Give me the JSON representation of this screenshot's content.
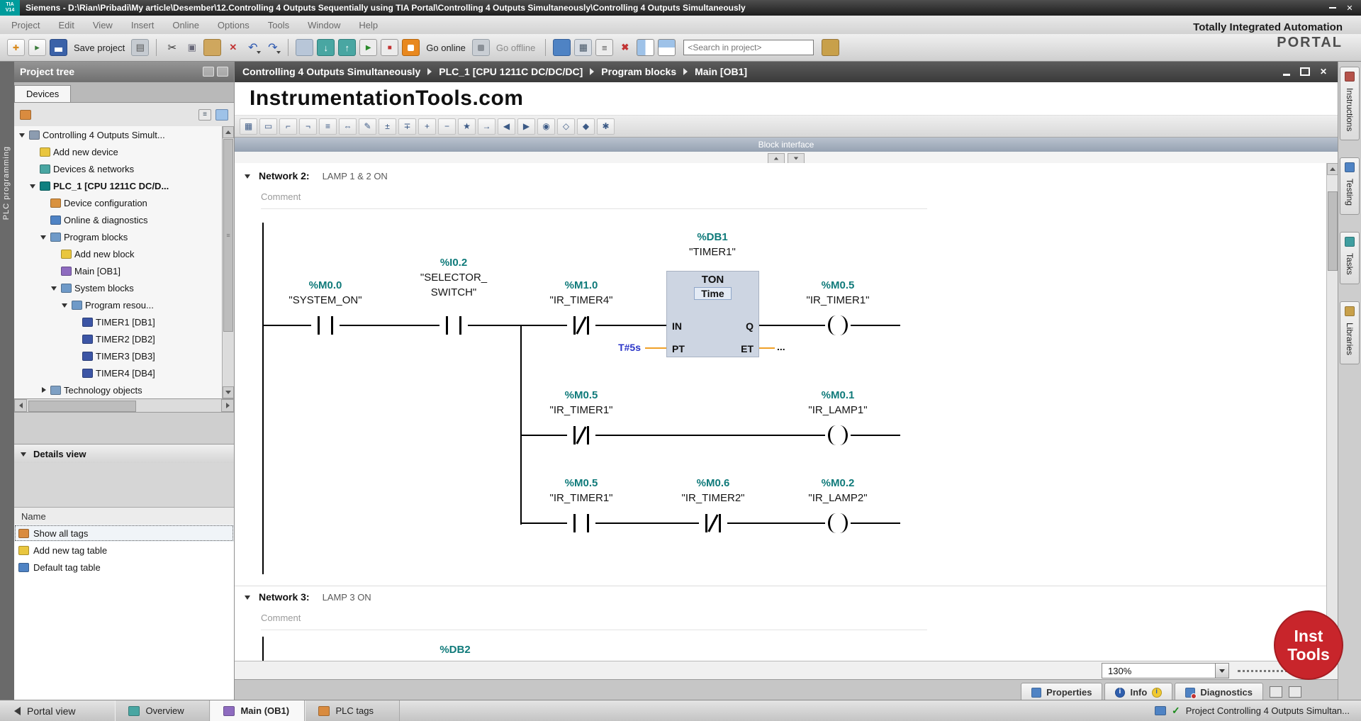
{
  "titlebar": {
    "logo_line1": "TIA",
    "logo_line2": "V14",
    "title": "Siemens  -  D:\\Rian\\Pribadi\\My article\\Desember\\12.Controlling 4 Outputs Sequentially using TIA Portal\\Controlling 4 Outputs Simultaneously\\Controlling 4 Outputs Simultaneously"
  },
  "menubar": {
    "items": [
      "Project",
      "Edit",
      "View",
      "Insert",
      "Online",
      "Options",
      "Tools",
      "Window",
      "Help"
    ]
  },
  "toolbar": {
    "save_label": "Save project",
    "go_online_label": "Go online",
    "go_offline_label": "Go offline",
    "search_placeholder": "<Search in project>",
    "icons": [
      "new-project-icon",
      "open-project-icon",
      "save-project-icon",
      "print-icon",
      "cut-icon",
      "copy-icon",
      "paste-icon",
      "delete-icon",
      "undo-icon",
      "redo-icon",
      "compile-icon",
      "download-to-device-icon",
      "upload-from-device-icon",
      "start-cpu-icon",
      "stop-cpu-icon",
      "go-online-icon",
      "go-offline-icon",
      "accessible-devices-icon",
      "start-simulation-icon",
      "cross-reference-icon",
      "cancel-icon",
      "split-horizontal-icon",
      "split-vertical-icon",
      "project-library-icon"
    ]
  },
  "branding": {
    "line1": "Totally Integrated Automation",
    "line2": "PORTAL"
  },
  "left_strip": {
    "label": "PLC programming"
  },
  "project_tree": {
    "header": "Project tree",
    "devices_tab": "Devices",
    "items": [
      {
        "label": "Controlling 4 Outputs Simult...",
        "level": 0,
        "exp": "exp-open",
        "icon": "ico-project"
      },
      {
        "label": "Add new device",
        "level": 1,
        "exp": "exp-none",
        "icon": "ico-add-device"
      },
      {
        "label": "Devices & networks",
        "level": 1,
        "exp": "exp-none",
        "icon": "ico-network"
      },
      {
        "label": "PLC_1 [CPU 1211C DC/D...",
        "level": 1,
        "exp": "exp-open",
        "icon": "ico-plc",
        "b": "bold-row"
      },
      {
        "label": "Device configuration",
        "level": 2,
        "exp": "exp-none",
        "icon": "ico-devcfg"
      },
      {
        "label": "Online & diagnostics",
        "level": 2,
        "exp": "exp-none",
        "icon": "ico-diag"
      },
      {
        "label": "Program blocks",
        "level": 2,
        "exp": "exp-open",
        "icon": "ico-folder"
      },
      {
        "label": "Add new block",
        "level": 3,
        "exp": "exp-none",
        "icon": "ico-add-block"
      },
      {
        "label": "Main [OB1]",
        "level": 3,
        "exp": "exp-none",
        "icon": "ico-ob"
      },
      {
        "label": "System blocks",
        "level": 3,
        "exp": "exp-open",
        "icon": "ico-folder"
      },
      {
        "label": "Program resou...",
        "level": 4,
        "exp": "exp-open",
        "icon": "ico-folder"
      },
      {
        "label": "TIMER1 [DB1]",
        "level": 5,
        "exp": "exp-none",
        "icon": "ico-db"
      },
      {
        "label": "TIMER2 [DB2]",
        "level": 5,
        "exp": "exp-none",
        "icon": "ico-db"
      },
      {
        "label": "TIMER3 [DB3]",
        "level": 5,
        "exp": "exp-none",
        "icon": "ico-db"
      },
      {
        "label": "TIMER4 [DB4]",
        "level": 5,
        "exp": "exp-none",
        "icon": "ico-db"
      },
      {
        "label": "Technology objects",
        "level": 2,
        "exp": "exp-closed",
        "icon": "ico-folder-tech"
      }
    ]
  },
  "details_view": {
    "header": "Details view",
    "name_column": "Name",
    "rows": [
      {
        "label": "Show all tags",
        "icon": "ico-tags",
        "sel": "selected"
      },
      {
        "label": "Add new tag table",
        "icon": "ico-add-block"
      },
      {
        "label": "Default tag table",
        "icon": "ico-tagtable"
      }
    ]
  },
  "breadcrumb": {
    "items": [
      "Controlling 4 Outputs Simultaneously",
      "PLC_1 [CPU 1211C DC/DC/DC]",
      "Program blocks",
      "Main [OB1]"
    ]
  },
  "editor": {
    "watermark": "InstrumentationTools.com",
    "block_interface": "Block interface",
    "zoom_value": "130%",
    "lad_icons": [
      {
        "name": "insert-network-icon",
        "g": "▦"
      },
      {
        "name": "add-empty-box-icon",
        "g": "▭"
      },
      {
        "name": "open-branch-icon",
        "g": "⌐"
      },
      {
        "name": "close-branch-icon",
        "g": "¬"
      },
      {
        "name": "insert-row-icon",
        "g": "≡"
      },
      {
        "name": "resize-elements-icon",
        "g": "⇔"
      },
      {
        "name": "show-comments-icon",
        "g": "✎"
      },
      {
        "name": "expand-operands-icon",
        "g": "±"
      },
      {
        "name": "collapse-operands-icon",
        "g": "∓"
      },
      {
        "name": "expand-networks-icon",
        "g": "+"
      },
      {
        "name": "collapse-networks-icon",
        "g": "−"
      },
      {
        "name": "favorites-icon",
        "g": "★"
      },
      {
        "name": "jump-to-label-icon",
        "g": "→"
      },
      {
        "name": "previous-jump-icon",
        "g": "◀"
      },
      {
        "name": "next-jump-icon",
        "g": "▶"
      },
      {
        "name": "monitoring-on-off-icon",
        "g": "◉"
      },
      {
        "name": "snapshot-icon",
        "g": "◇"
      },
      {
        "name": "load-snapshot-icon",
        "g": "◆"
      },
      {
        "name": "settings-icon",
        "g": "✱"
      }
    ]
  },
  "network2": {
    "label": "Network 2:",
    "title": "LAMP 1 & 2 ON",
    "comment": "Comment"
  },
  "network3": {
    "label": "Network 3:",
    "title": "LAMP 3 ON",
    "comment": "Comment",
    "db": "%DB2"
  },
  "ladder": {
    "c_system_on": {
      "addr": "%M0.0",
      "name": "\"SYSTEM_ON\""
    },
    "c_selector": {
      "addr": "%I0.2",
      "name": "\"SELECTOR_ SWITCH\""
    },
    "c_ir_timer4": {
      "addr": "%M1.0",
      "name": "\"IR_TIMER4\""
    },
    "timer1": {
      "db": "%DB1",
      "name": "\"TIMER1\"",
      "type": "TON",
      "subtype": "Time",
      "pin_in": "IN",
      "pin_q": "Q",
      "pin_pt": "PT",
      "pin_et": "ET",
      "pt_value": "T#5s",
      "et_out": "..."
    },
    "coil_ir_timer1": {
      "addr": "%M0.5",
      "name": "\"IR_TIMER1\""
    },
    "c_ir_timer1_nc": {
      "addr": "%M0.5",
      "name": "\"IR_TIMER1\""
    },
    "coil_ir_lamp1": {
      "addr": "%M0.1",
      "name": "\"IR_LAMP1\""
    },
    "c_ir_timer1_no": {
      "addr": "%M0.5",
      "name": "\"IR_TIMER1\""
    },
    "c_ir_timer2_nc": {
      "addr": "%M0.6",
      "name": "\"IR_TIMER2\""
    },
    "coil_ir_lamp2": {
      "addr": "%M0.2",
      "name": "\"IR_LAMP2\""
    }
  },
  "right_tabs": {
    "items": [
      "Instructions",
      "Testing",
      "Tasks",
      "Libraries"
    ]
  },
  "bottom_tabs": {
    "properties": "Properties",
    "info": "Info",
    "diagnostics": "Diagnostics"
  },
  "statusbar": {
    "portal_view": "Portal view",
    "overview": "Overview",
    "main": "Main (OB1)",
    "plc_tags": "PLC tags",
    "status": "Project Controlling 4 Outputs Simultan..."
  },
  "logo_badge": {
    "line1": "Inst",
    "line2": "Tools"
  },
  "colors": {
    "tag_teal": "#0f7a7a",
    "wire_orange": "#f0a028",
    "constant_blue": "#2b35c8",
    "logo_red": "#c8252b"
  }
}
